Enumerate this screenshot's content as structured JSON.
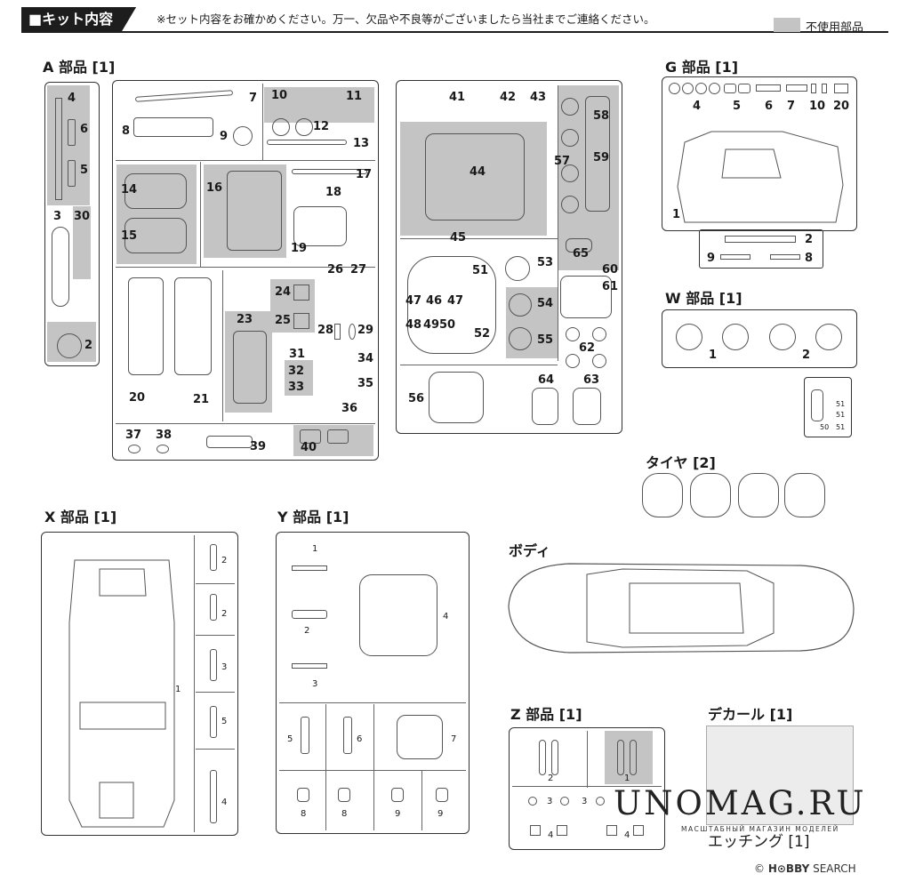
{
  "header": {
    "title": "■キット内容",
    "note": "※セット内容をお確かめください。万一、欠品や不良等がございましたら当社までご連絡ください。",
    "legend_label": "不使用部品",
    "legend_color": "#c4c4c4"
  },
  "sections": {
    "a": "A 部品 [1]",
    "g": "G 部品 [1]",
    "w": "W 部品 [1]",
    "tire": "タイヤ [2]",
    "x": "X 部品 [1]",
    "y": "Y 部品 [1]",
    "body": "ボディ",
    "z": "Z 部品 [1]",
    "decal": "デカール [1]",
    "etching": "エッチング [1]"
  },
  "a_parts": [
    "4",
    "6",
    "5",
    "3",
    "30",
    "2",
    "7",
    "8",
    "9",
    "10",
    "11",
    "12",
    "13",
    "14",
    "15",
    "16",
    "17",
    "18",
    "19",
    "20",
    "21",
    "23",
    "24",
    "25",
    "26",
    "27",
    "28",
    "29",
    "31",
    "32",
    "33",
    "34",
    "35",
    "36",
    "37",
    "38",
    "39",
    "40",
    "41",
    "42",
    "43",
    "44",
    "45",
    "51",
    "53",
    "47",
    "46",
    "47",
    "48",
    "49",
    "50",
    "52",
    "54",
    "55",
    "56",
    "57",
    "58",
    "59",
    "60",
    "61",
    "62",
    "63",
    "64",
    "65"
  ],
  "g_parts": [
    "4",
    "5",
    "6",
    "7",
    "10",
    "20",
    "1",
    "2",
    "9",
    "8"
  ],
  "w_parts": [
    "1",
    "2"
  ],
  "etch_small": [
    "51",
    "51",
    "51",
    "50"
  ],
  "x_parts": [
    "1",
    "2",
    "2",
    "3",
    "5",
    "4"
  ],
  "y_parts": [
    "1",
    "2",
    "3",
    "4",
    "5",
    "6",
    "7",
    "8",
    "8",
    "9",
    "9"
  ],
  "z_parts": [
    "2",
    "1",
    "3",
    "3",
    "4",
    "4"
  ],
  "watermark": {
    "main": "UNOMAG.RU",
    "sub": "МАСШТАБНЫЙ МАГАЗИН МОДЕЛЕЙ",
    "brand_logo": "H⊙BBY",
    "brand_text": "SEARCH",
    "copyright": "©"
  }
}
